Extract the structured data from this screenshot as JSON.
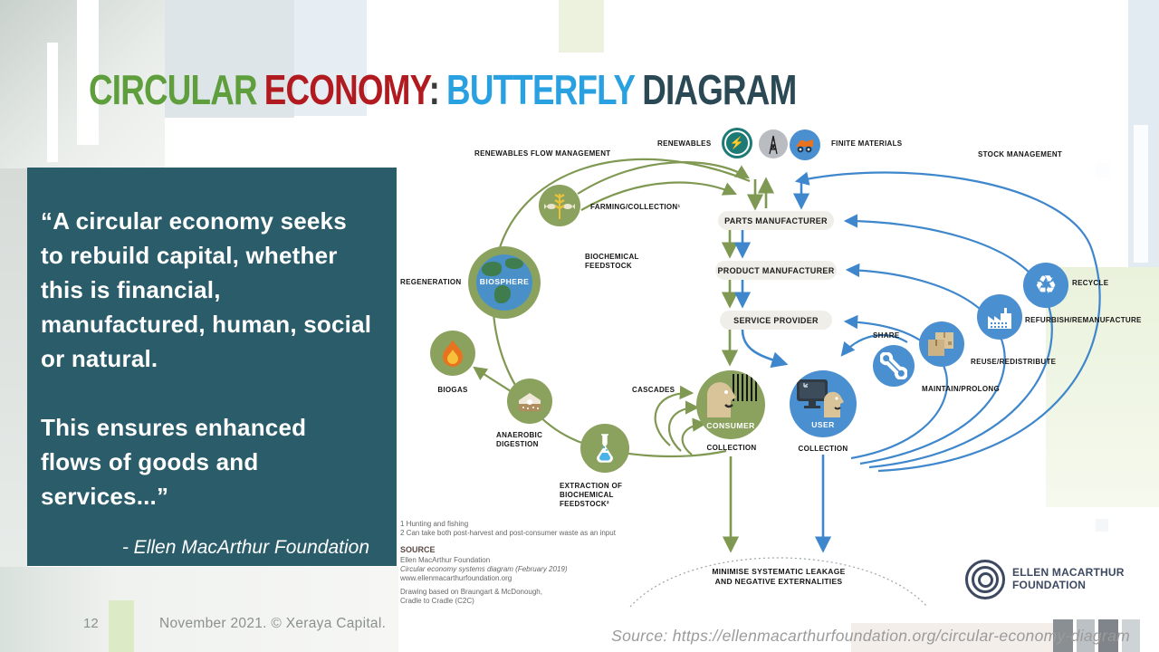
{
  "title": {
    "word1": "CIRCULAR",
    "word2": "ECONOMY",
    "colon": ":",
    "word3": "BUTTERFLY",
    "word4": "DIAGRAM"
  },
  "quote": {
    "para1": "“A circular economy seeks to rebuild capital, whether this is financial, manufactured, human, social or natural.",
    "para2": "This ensures enhanced flows of goods and services...”",
    "attribution": "- Ellen MacArthur Foundation"
  },
  "footer": {
    "page_number": "12",
    "copyright": "November 2021. © Xeraya Capital.",
    "source": "Source: https://ellenmacarthurfoundation.org/circular-economy-diagram"
  },
  "diagram": {
    "flow_labels": {
      "renewables_flow_management": "RENEWABLES FLOW MANAGEMENT",
      "renewables": "RENEWABLES",
      "finite_materials": "FINITE MATERIALS",
      "stock_management": "STOCK MANAGEMENT",
      "farming_collection": "FARMING/COLLECTION¹",
      "biochemical_feedstock": "BIOCHEMICAL FEEDSTOCK",
      "regeneration": "REGENERATION",
      "biosphere": "BIOSPHERE",
      "biogas": "BIOGAS",
      "anaerobic_digestion": "ANAEROBIC DIGESTION",
      "extraction": "EXTRACTION OF BIOCHEMICAL FEEDSTOCK²",
      "cascades": "CASCADES",
      "consumer": "CONSUMER",
      "user": "USER",
      "collection_consumer": "COLLECTION",
      "collection_user": "COLLECTION",
      "share": "SHARE",
      "maintain_prolong": "MAINTAIN/PROLONG",
      "reuse_redistribute": "REUSE/REDISTRIBUTE",
      "refurbish_remanufacture": "REFURBISH/REMANUFACTURE",
      "recycle": "RECYCLE",
      "minimise": "MINIMISE SYSTEMATIC LEAKAGE AND NEGATIVE EXTERNALITIES"
    },
    "chain": [
      "PARTS MANUFACTURER",
      "PRODUCT MANUFACTURER",
      "SERVICE PROVIDER"
    ],
    "footnotes": [
      "1 Hunting and fishing",
      "2 Can take both post-harvest and post-consumer waste as an input"
    ],
    "source_block": {
      "heading": "SOURCE",
      "org": "Ellen MacArthur Foundation",
      "work": "Circular economy systems diagram (February 2019)",
      "url": "www.ellenmacarthurfoundation.org",
      "basis1": "Drawing based on Braungart & McDonough,",
      "basis2": "Cradle to Cradle (C2C)"
    },
    "emf_logo": {
      "line1": "ELLEN MACARTHUR",
      "line2": "FOUNDATION"
    }
  },
  "colors": {
    "title_green": "#5f9e3c",
    "title_red": "#b11b1f",
    "title_blue": "#29a0e0",
    "title_dark": "#2a4955",
    "quote_box": "#2a5c6a",
    "diagram_green": "#8ba25e",
    "diagram_blue": "#4a8fd0",
    "renewables_teal": "#1d7a74"
  }
}
